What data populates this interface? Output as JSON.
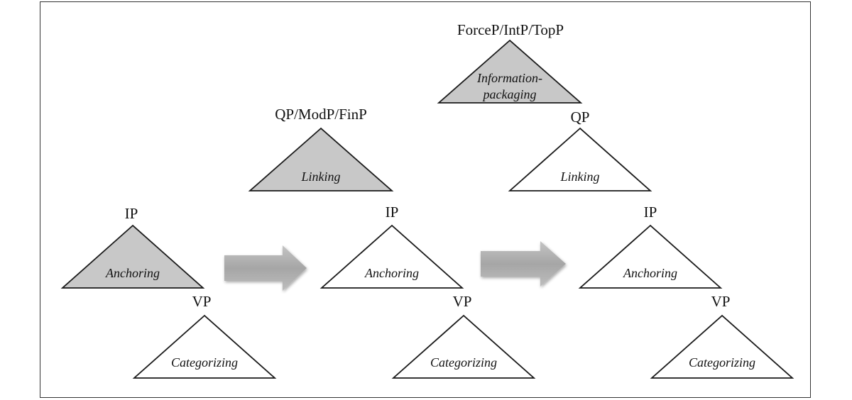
{
  "stages": [
    {
      "ip_label": "IP",
      "anchoring_label": "Anchoring",
      "vp_label": "VP",
      "categorizing_label": "Categorizing"
    },
    {
      "top_label": "QP/ModP/FinP",
      "linking_label": "Linking",
      "ip_label": "IP",
      "anchoring_label": "Anchoring",
      "vp_label": "VP",
      "categorizing_label": "Categorizing"
    },
    {
      "top_label": "ForceP/IntP/TopP",
      "info_label_line1": "Information-",
      "info_label_line2": "packaging",
      "qp_label": "QP",
      "linking_label": "Linking",
      "ip_label": "IP",
      "anchoring_label": "Anchoring",
      "vp_label": "VP",
      "categorizing_label": "Categorizing"
    }
  ],
  "colors": {
    "shaded_fill": "#c8c8c8",
    "arrow_fill": "#a9a9a9",
    "stroke": "#1a1a1a"
  }
}
